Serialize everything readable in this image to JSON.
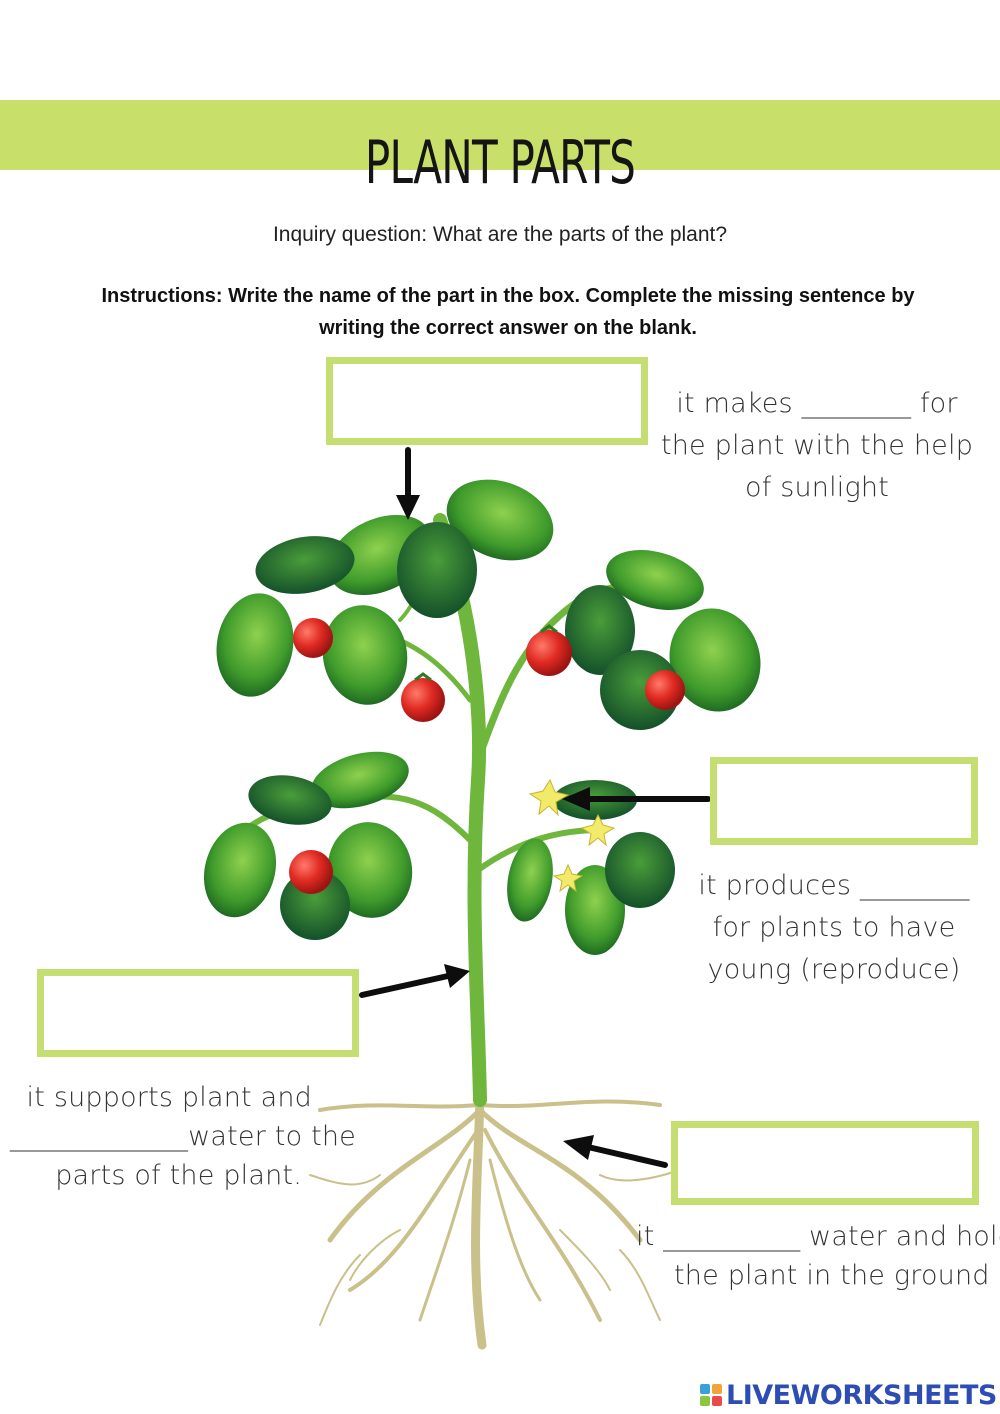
{
  "header": {
    "title": "PLANT PARTS",
    "inquiry": "Inquiry question: What are the parts of the plant?",
    "instructions": "Instructions: Write the name of the part in the box. Complete the missing sentence by writing the correct answer on the blank."
  },
  "parts": {
    "leaf": {
      "answer": "",
      "lines": [
        "it makes ________ for",
        "the plant with the help",
        "of sunlight"
      ]
    },
    "flower": {
      "answer": "",
      "lines": [
        "it produces ________",
        "for plants to have",
        "young (reproduce)"
      ]
    },
    "stem": {
      "answer": "",
      "lines": [
        "it supports plant and",
        "_____________water to the",
        "parts of the plant."
      ]
    },
    "root": {
      "answer": "",
      "lines": [
        "it __________ water and hold",
        "the plant in the ground"
      ]
    }
  },
  "colors": {
    "band": "#c8e06a",
    "box_border": "#c5de72",
    "leaf": "#3d9a2a",
    "fruit": "#d42a24",
    "root": "#c9c08a",
    "brand": "#2e4db3"
  },
  "footer": {
    "brand": "LIVEWORKSHEETS",
    "logo_colors": [
      "#3aa0d8",
      "#f2a33a",
      "#8cc63f",
      "#e94b4b"
    ]
  }
}
